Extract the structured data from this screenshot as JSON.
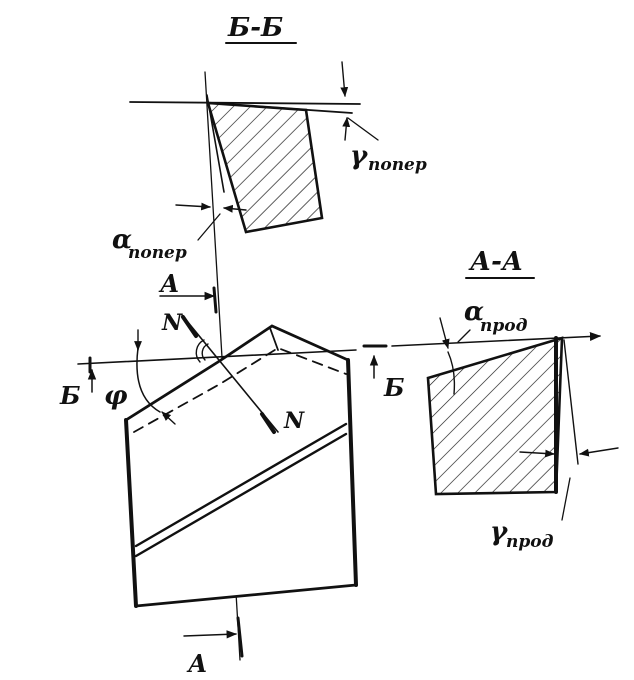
{
  "labels": {
    "section_bb": "Б-Б",
    "section_aa": "А-А",
    "gamma_poper": "γ",
    "gamma_poper_sub": "попер",
    "alpha_poper": "α",
    "alpha_poper_sub": "попер",
    "alpha_prod": "α",
    "alpha_prod_sub": "прод",
    "gamma_prod": "γ",
    "gamma_prod_sub": "прод",
    "cut_a_top": "А",
    "cut_a_bottom": "А",
    "cut_b_left": "Б",
    "cut_b_right": "Б",
    "normal_top": "N",
    "normal_bottom": "N",
    "phi": "φ"
  },
  "colors": {
    "ink": "#111111",
    "paper": "#ffffff"
  }
}
